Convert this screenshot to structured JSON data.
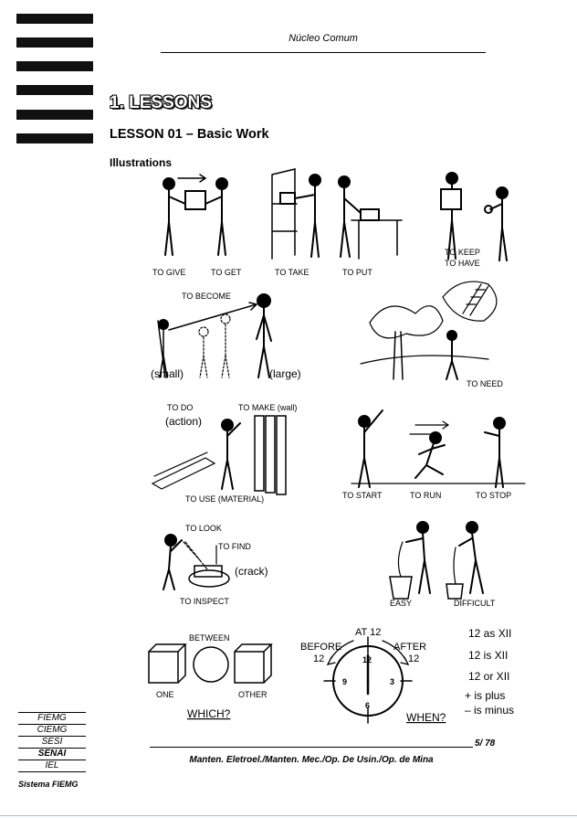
{
  "header": {
    "title": "Núcleo Comum"
  },
  "section_title": "1. LESSONS",
  "lesson_title": "LESSON 01 – Basic Work",
  "illustrations_heading": "Illustrations",
  "illustrations": {
    "give": "TO GIVE",
    "get": "TO GET",
    "take": "TO TAKE",
    "put": "TO PUT",
    "keep": "TO KEEP",
    "have": "TO HAVE",
    "become": "TO BECOME",
    "small": "(small)",
    "large": "(large)",
    "need": "TO NEED",
    "do": "TO DO",
    "action": "(action)",
    "make": "TO MAKE (wall)",
    "use": "TO USE (MATERIAL)",
    "start": "TO START",
    "run": "TO RUN",
    "stop": "TO STOP",
    "look": "TO LOOK",
    "find": "TO FIND",
    "crack": "(crack)",
    "inspect": "TO INSPECT",
    "easy": "EASY",
    "difficult": "DIFFICULT",
    "between": "BETWEEN",
    "one": "ONE",
    "other": "OTHER",
    "which": "WHICH?",
    "at12": "AT 12",
    "before": "BEFORE",
    "before12": "12",
    "after": "AFTER",
    "after12": "12",
    "clock12": "12",
    "clock9": "9",
    "clock3": "3",
    "clock6": "6",
    "when": "WHEN?",
    "note1": "12 as XII",
    "note2": "12 is XII",
    "note3": "12 or XII",
    "note4": "+  is plus",
    "note5": "–  is minus"
  },
  "footer": {
    "page": "5/ 78",
    "course": "Manten. Eletroel./Manten. Mec./Op. De Usin./Op. de Mina"
  },
  "logo": {
    "rows": [
      "FIEMG",
      "CIEMG",
      "SESI",
      "SENAI",
      "IEL"
    ],
    "subtitle": "Sistema FIEMG"
  }
}
